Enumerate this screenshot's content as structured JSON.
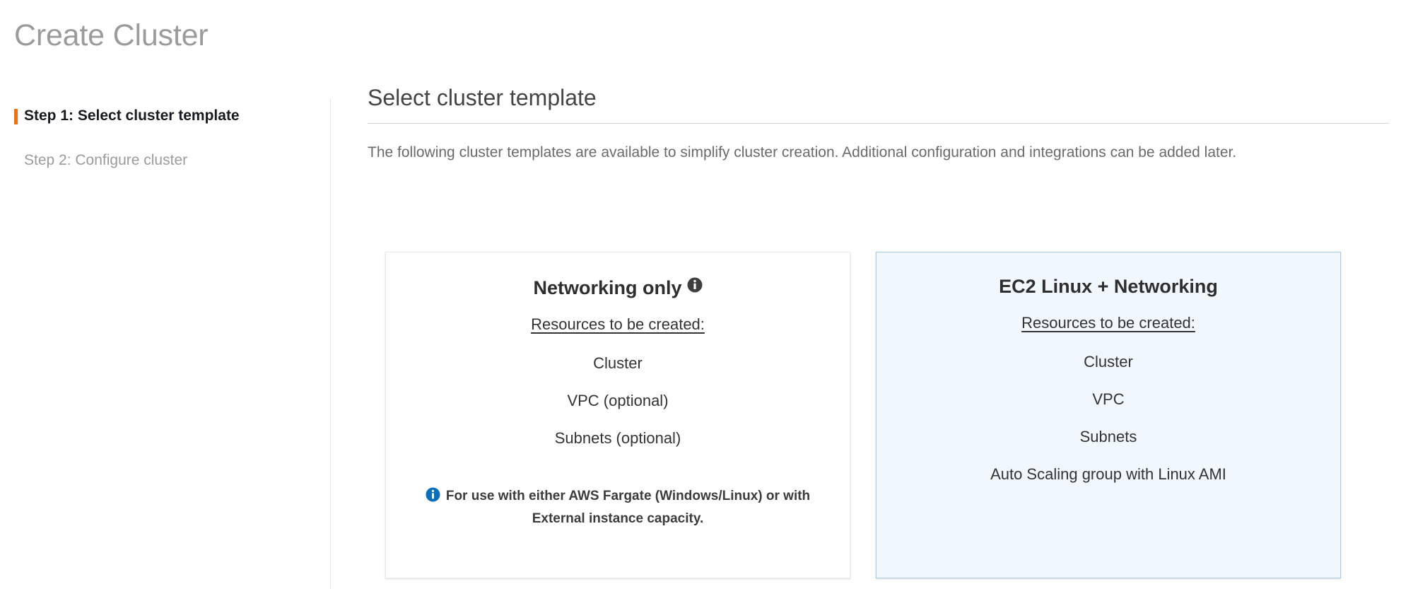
{
  "page": {
    "title": "Create Cluster"
  },
  "wizard": {
    "steps": [
      {
        "label": "Step 1: Select cluster template",
        "state": "active"
      },
      {
        "label": "Step 2: Configure cluster",
        "state": "inactive"
      }
    ]
  },
  "main": {
    "heading": "Select cluster template",
    "description": "The following cluster templates are available to simplify cluster creation. Additional configuration and integrations can be added later."
  },
  "templates": [
    {
      "id": "networking-only",
      "title": "Networking only",
      "has_info_icon": true,
      "info_icon": "info-circle-dark-icon",
      "resources_label": "Resources to be created:",
      "resources": [
        "Cluster",
        "VPC (optional)",
        "Subnets (optional)"
      ],
      "note_icon": "info-circle-blue-icon",
      "note": "For use with either AWS Fargate (Windows/Linux) or with External instance capacity.",
      "selected": false
    },
    {
      "id": "ec2-linux-networking",
      "title": "EC2 Linux + Networking",
      "has_info_icon": false,
      "resources_label": "Resources to be created:",
      "resources": [
        "Cluster",
        "VPC",
        "Subnets",
        "Auto Scaling group with Linux AMI"
      ],
      "note": "",
      "selected": true
    }
  ],
  "colors": {
    "accent_orange": "#ec7211",
    "selected_card_bg": "#f0f7fd",
    "selected_card_border": "#a3cbe8",
    "info_blue": "#0073bb",
    "title_gray": "#9b9b9b"
  }
}
